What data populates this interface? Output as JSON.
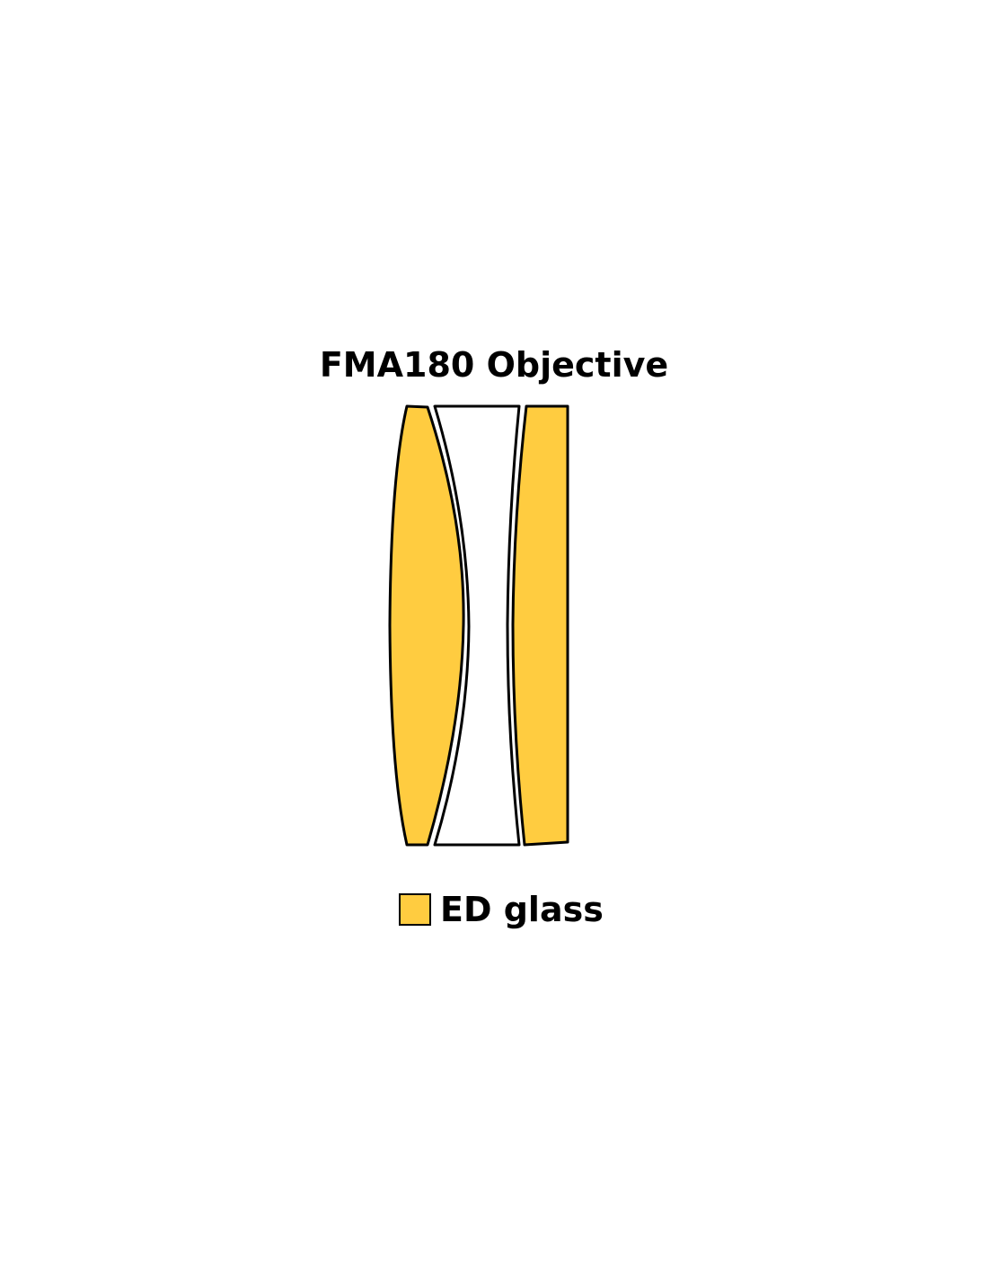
{
  "diagram": {
    "title": "FMA180 Objective",
    "colors": {
      "ed_glass": "#FFCC40",
      "standard_glass": "#FFFFFF",
      "outline": "#000000"
    },
    "elements": [
      {
        "name": "front-lens-element",
        "material": "ED glass"
      },
      {
        "name": "middle-lens-element",
        "material": "standard glass"
      },
      {
        "name": "rear-lens-element",
        "material": "ED glass"
      }
    ],
    "legend": {
      "label": "ED glass",
      "swatch_color": "#FFCC40"
    }
  }
}
